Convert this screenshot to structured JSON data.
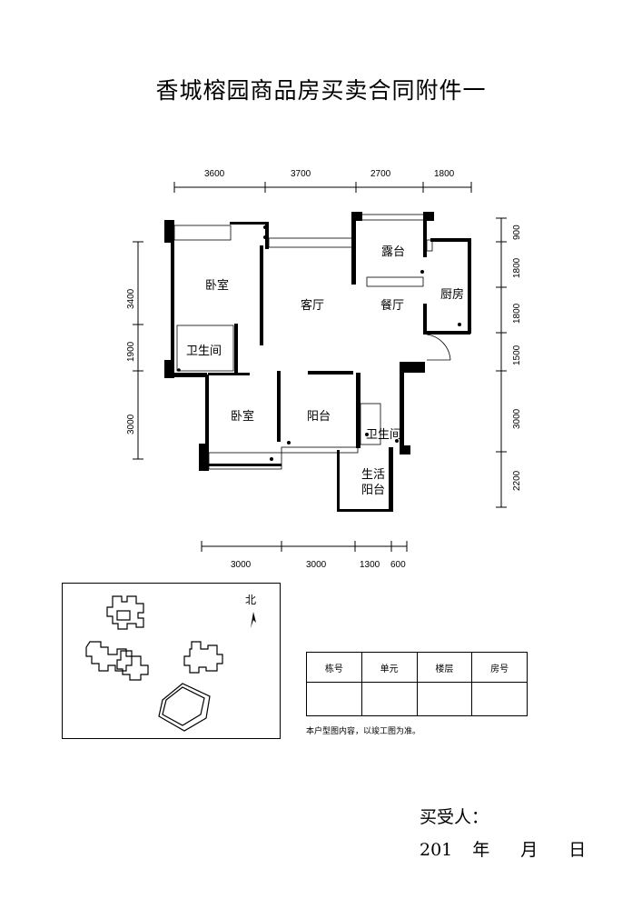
{
  "title": "香城榕园商品房买卖合同附件一",
  "top_dims": [
    "3600",
    "3700",
    "2700",
    "1800"
  ],
  "bottom_dims": [
    "3000",
    "3000",
    "1300",
    "600"
  ],
  "left_dims": [
    "3400",
    "1900",
    "3000"
  ],
  "right_dims": [
    "900",
    "1800",
    "1800",
    "1500",
    "3000",
    "2200"
  ],
  "rooms": {
    "bedroom_top": "卧室",
    "living": "客厅",
    "dining": "餐厅",
    "terrace": "露台",
    "kitchen": "厨房",
    "bath_left": "卫生间",
    "bedroom_bottom": "卧室",
    "balcony": "阳台",
    "bath_right": "卫生间",
    "utility_line1": "生活",
    "utility_line2": "阳台"
  },
  "site_map": {
    "north_label": "北"
  },
  "unit_table": {
    "headers": [
      "栋号",
      "单元",
      "楼层",
      "房号"
    ]
  },
  "note": "本户型图内容，以竣工图为准。",
  "signature": {
    "buyer": "买受人：",
    "year_prefix": "201",
    "year_label": "年",
    "month_label": "月",
    "day_label": "日"
  }
}
